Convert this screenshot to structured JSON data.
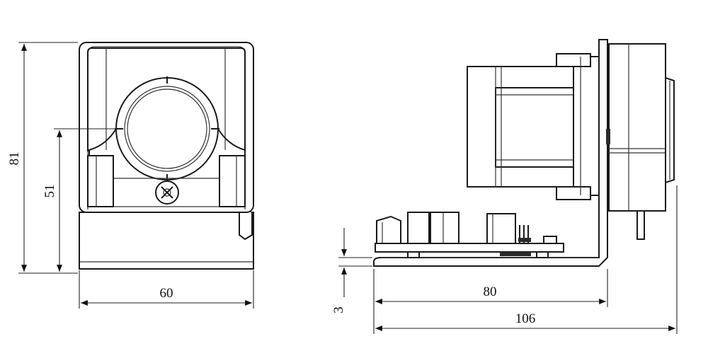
{
  "dimensions": {
    "front_height": "81",
    "shaft_height": "51",
    "front_width": "60",
    "base_thickness": "3",
    "board_length": "80",
    "overall_length": "106"
  },
  "colors": {
    "line": "#1a1a1a",
    "background": "#ffffff"
  }
}
